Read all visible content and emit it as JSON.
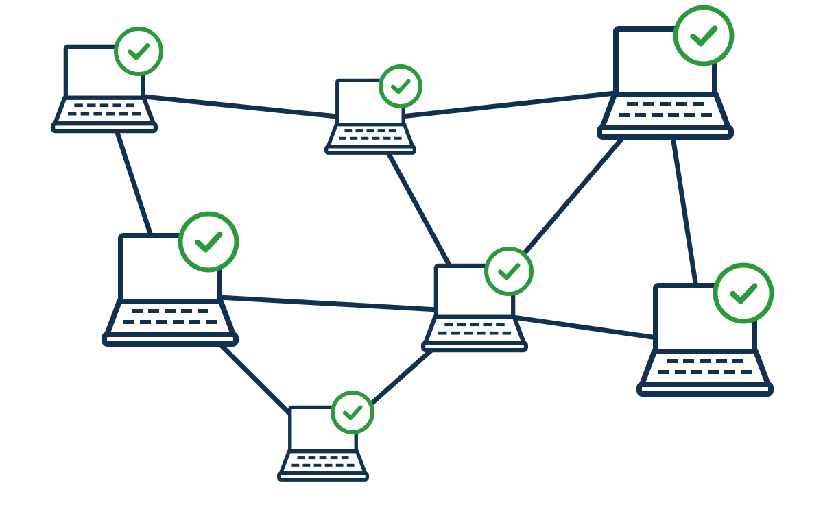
{
  "diagram": {
    "type": "network",
    "node_icon": "laptop-icon",
    "status_icon": "check-circle-icon",
    "colors": {
      "line": "#12304f",
      "status": "#2a9a3c",
      "background": "#ffffff"
    },
    "nodes": [
      {
        "id": "laptop-top-left",
        "status": "ok"
      },
      {
        "id": "laptop-top-center",
        "status": "ok"
      },
      {
        "id": "laptop-top-right",
        "status": "ok"
      },
      {
        "id": "laptop-middle-left",
        "status": "ok"
      },
      {
        "id": "laptop-middle-center",
        "status": "ok"
      },
      {
        "id": "laptop-middle-right",
        "status": "ok"
      },
      {
        "id": "laptop-bottom-center",
        "status": "ok"
      }
    ],
    "links": [
      [
        "laptop-top-left",
        "laptop-top-center"
      ],
      [
        "laptop-top-center",
        "laptop-top-right"
      ],
      [
        "laptop-top-left",
        "laptop-middle-left"
      ],
      [
        "laptop-top-center",
        "laptop-middle-center"
      ],
      [
        "laptop-middle-left",
        "laptop-middle-center"
      ],
      [
        "laptop-top-right",
        "laptop-middle-center"
      ],
      [
        "laptop-top-right",
        "laptop-middle-right"
      ],
      [
        "laptop-middle-center",
        "laptop-middle-right"
      ],
      [
        "laptop-middle-left",
        "laptop-bottom-center"
      ],
      [
        "laptop-middle-center",
        "laptop-bottom-center"
      ]
    ]
  }
}
